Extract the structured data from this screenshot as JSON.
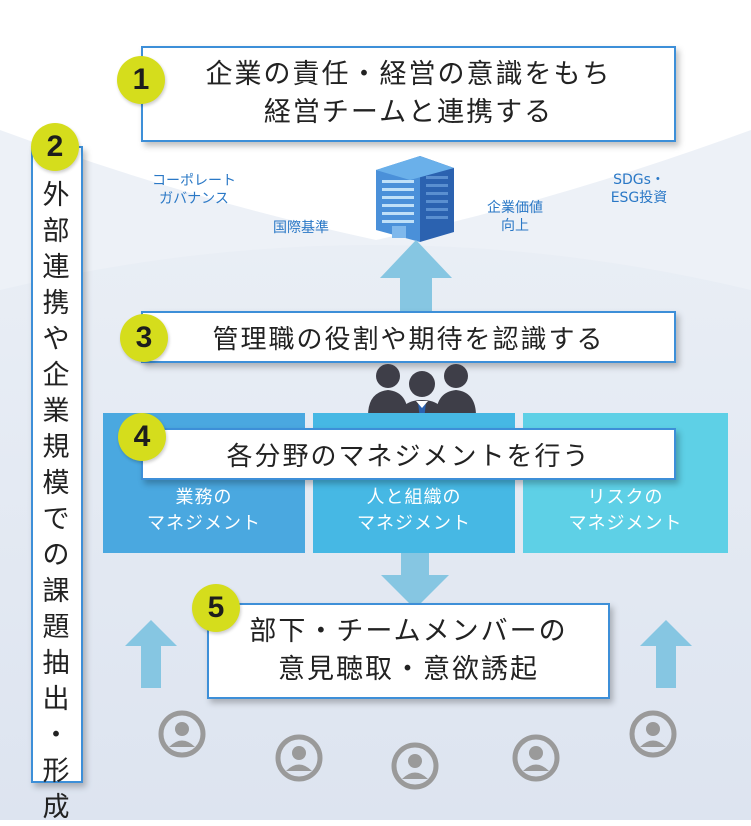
{
  "steps": {
    "s1": {
      "num": "1",
      "line1": "企業の責任・経営の意識をもち",
      "line2": "経営チームと連携する"
    },
    "s2": {
      "num": "2",
      "chars": [
        "外",
        "部",
        "連",
        "携",
        "や",
        "企",
        "業",
        "規",
        "模",
        "で",
        "の",
        "課",
        "題",
        "抽",
        "出",
        "・",
        "形",
        "成"
      ]
    },
    "s3": {
      "num": "3",
      "text": "管理職の役割や期待を認識する"
    },
    "s4": {
      "num": "4",
      "text": "各分野のマネジメントを行う"
    },
    "s5": {
      "num": "5",
      "line1": "部下・チームメンバーの",
      "line2": "意見聴取・意欲誘起"
    }
  },
  "labels": {
    "corporate_l1": "コーポレート",
    "corporate_l2": "ガバナンス",
    "international": "国際基準",
    "value_l1": "企業価値",
    "value_l2": "向上",
    "sdgs_l1": "SDGs・",
    "sdgs_l2": "ESG投資"
  },
  "management": [
    {
      "line1": "業務の",
      "line2": "マネジメント"
    },
    {
      "line1": "人と組織の",
      "line2": "マネジメント"
    },
    {
      "line1": "リスクの",
      "line2": "マネジメント"
    }
  ],
  "colors": {
    "accent_blue": "#3d8fd8",
    "badge_yellow": "#d5dd1c",
    "arrow_blue": "#86c6e2",
    "mgmt_1": "#4aa8e0",
    "mgmt_2": "#46b8e4",
    "mgmt_3": "#5ed0e6",
    "person_gray": "#9a9a9a"
  },
  "icons": [
    "building-icon",
    "team-icon",
    "person-icon",
    "arrow-up-icon",
    "arrow-down-icon"
  ]
}
